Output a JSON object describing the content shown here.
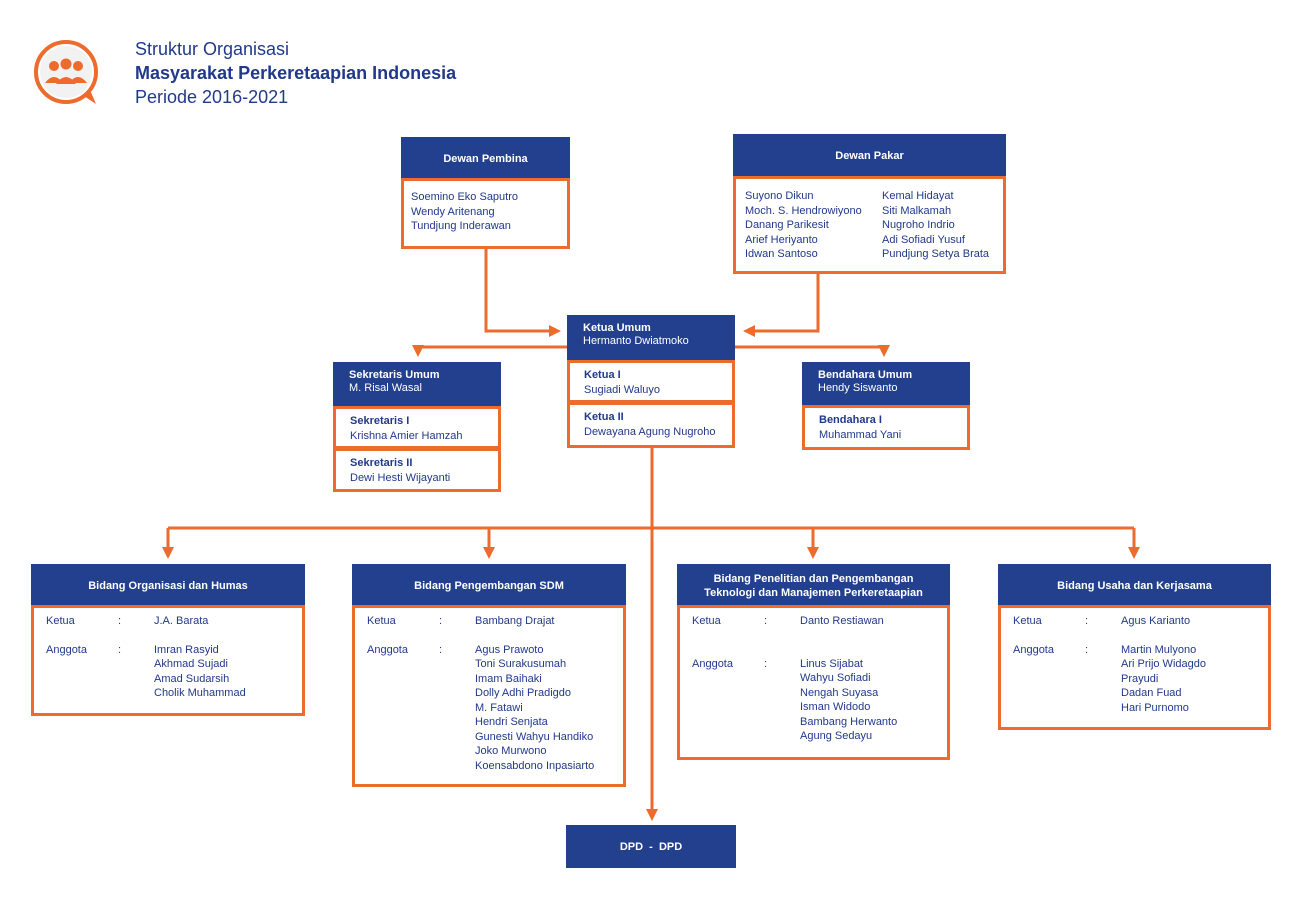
{
  "header": {
    "line1": "Struktur Organisasi",
    "line2": "Masyarakat Perkeretaapian Indonesia",
    "line3": "Periode 2016-2021",
    "logo_icon": "people-group-icon",
    "colors": {
      "navy": "#22408e",
      "orange": "#ec6b2d"
    }
  },
  "dewan_pembina": {
    "title": "Dewan Pembina",
    "members": [
      "Soemino Eko Saputro",
      "Wendy Aritenang",
      "Tundjung Inderawan"
    ]
  },
  "dewan_pakar": {
    "title": "Dewan Pakar",
    "col1": [
      "Suyono Dikun",
      "Moch. S. Hendrowiyono",
      "Danang Parikesit",
      "Arief Heriyanto",
      "Idwan Santoso"
    ],
    "col2": [
      "Kemal Hidayat",
      "Siti Malkamah",
      "Nugroho Indrio",
      "Adi Sofiadi Yusuf",
      "Pundjung Setya Brata"
    ]
  },
  "ketua_umum": {
    "role": "Ketua Umum",
    "name": "Hermanto Dwiatmoko",
    "ketua1_role": "Ketua I",
    "ketua1_name": "Sugiadi Waluyo",
    "ketua2_role": "Ketua II",
    "ketua2_name": "Dewayana Agung Nugroho"
  },
  "sekretaris": {
    "role": "Sekretaris Umum",
    "name": "M. Risal Wasal",
    "s1_role": "Sekretaris I",
    "s1_name": "Krishna Amier Hamzah",
    "s2_role": "Sekretaris II",
    "s2_name": "Dewi Hesti Wijayanti"
  },
  "bendahara": {
    "role": "Bendahara Umum",
    "name": "Hendy Siswanto",
    "b1_role": "Bendahara I",
    "b1_name": "Muhammad Yani"
  },
  "labels": {
    "ketua": "Ketua",
    "anggota": "Anggota",
    "colon": ":"
  },
  "bidang_organisasi": {
    "title": "Bidang Organisasi dan Humas",
    "ketua": "J.A. Barata",
    "anggota": [
      "Imran Rasyid",
      "Akhmad Sujadi",
      "Amad Sudarsih",
      "Cholik Muhammad"
    ]
  },
  "bidang_sdm": {
    "title": "Bidang Pengembangan SDM",
    "ketua": "Bambang Drajat",
    "anggota": [
      "Agus Prawoto",
      "Toni Surakusumah",
      "Imam Baihaki",
      "Dolly Adhi Pradigdo",
      "M. Fatawi",
      "Hendri Senjata",
      "Gunesti Wahyu Handiko",
      "Joko Murwono",
      "Koensabdono Inpasiarto"
    ]
  },
  "bidang_penelitian": {
    "title1": "Bidang Penelitian dan Pengembangan",
    "title2": "Teknologi dan Manajemen Perkeretaapian",
    "ketua": "Danto Restiawan",
    "anggota": [
      "Linus Sijabat",
      "Wahyu Sofiadi",
      "Nengah Suyasa",
      "Isman Widodo",
      "Bambang Herwanto",
      "Agung Sedayu"
    ]
  },
  "bidang_usaha": {
    "title": "Bidang Usaha dan Kerjasama",
    "ketua": "Agus Karianto",
    "anggota": [
      "Martin Mulyono",
      "Ari Prijo Widagdo",
      "Prayudi",
      "Dadan Fuad",
      "Hari Purnomo"
    ]
  },
  "dpd": {
    "label": "DPD  -  DPD"
  }
}
